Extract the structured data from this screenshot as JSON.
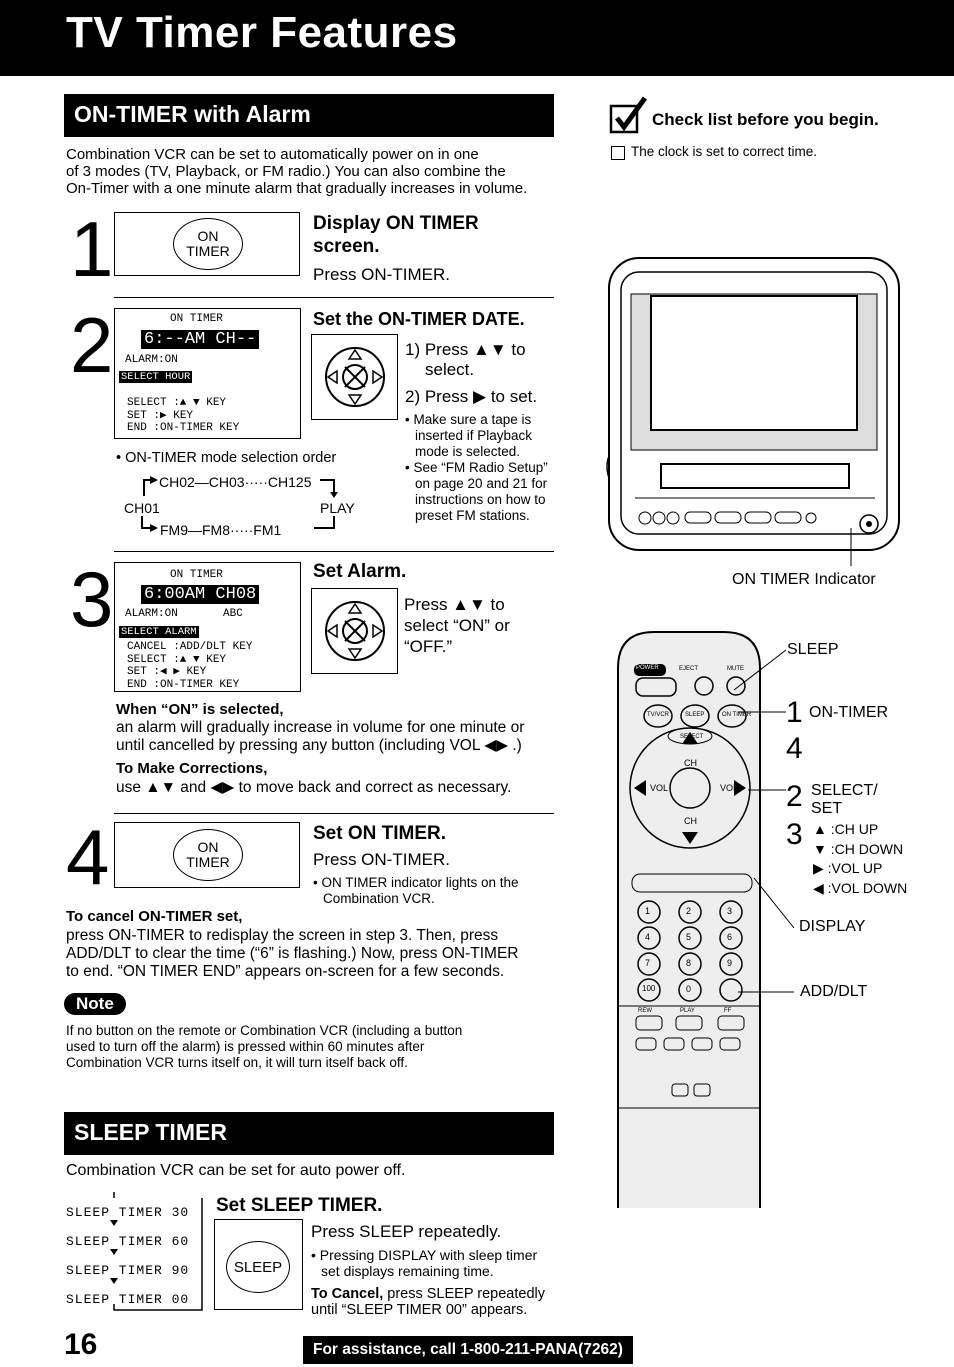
{
  "header": {
    "title": "TV Timer Features"
  },
  "ontimer": {
    "heading": "ON-TIMER with Alarm",
    "intro": [
      "Combination VCR can be set to automatically power on in one",
      "of 3 modes (TV, Playback, or FM radio.) You can also combine the",
      "On-Timer with a one minute alarm that gradually increases in volume."
    ]
  },
  "checklist": {
    "title": "Check list before you begin.",
    "item": "The clock is set to correct time."
  },
  "step1": {
    "num": "1",
    "button": [
      "ON",
      "TIMER"
    ],
    "title": [
      "Display ON TIMER",
      "screen."
    ],
    "instruction": "Press ON-TIMER."
  },
  "step2": {
    "num": "2",
    "screen": {
      "top": "ON TIMER",
      "lcd": "6:--AM CH--",
      "alarm": "ALARM:ON",
      "select_bar": "SELECT HOUR",
      "keys": [
        "SELECT :▲ ▼ KEY",
        "SET     :▶ KEY",
        "END     :ON-TIMER KEY"
      ]
    },
    "title": "Set the ON-TIMER DATE.",
    "press1": "1) Press ▲▼ to",
    "press1b": "select.",
    "press2": "2) Press ▶ to set.",
    "bullets": [
      [
        "Make sure a tape is",
        "inserted if Playback",
        "mode is selected."
      ],
      [
        "See “FM Radio Setup”",
        "on page 20 and 21 for",
        "instructions on how to",
        "preset FM stations."
      ]
    ],
    "order_label": "ON-TIMER mode selection order",
    "order_top": "CH02—CH03·····CH125",
    "order_left": "CH01",
    "order_right": "PLAY",
    "order_bottom": "FM9—FM8·····FM1"
  },
  "step3": {
    "num": "3",
    "screen": {
      "top": "ON TIMER",
      "lcd": "6:00AM CH08",
      "alarm": "ALARM:ON",
      "abc": "ABC",
      "select_bar": "SELECT ALARM",
      "keys": [
        "CANCEL :ADD/DLT KEY",
        "SELECT :▲ ▼ KEY",
        "SET     :◀ ▶ KEY",
        "END     :ON-TIMER KEY"
      ]
    },
    "title": "Set Alarm.",
    "instruction": [
      "Press ▲▼ to",
      "select “ON” or",
      "“OFF.”"
    ],
    "when_head": "When “ON” is selected,",
    "when_text": [
      "an alarm will gradually increase in volume for one minute or",
      "until cancelled by pressing any button (including VOL ◀▶ .)"
    ],
    "corr_head": "To Make Corrections,",
    "corr_text": "use ▲▼ and ◀▶ to move back and correct as necessary."
  },
  "step4": {
    "num": "4",
    "button": [
      "ON",
      "TIMER"
    ],
    "title": "Set ON TIMER.",
    "instruction": "Press ON-TIMER.",
    "bullet": [
      "ON TIMER indicator lights on the",
      "Combination VCR."
    ],
    "cancel_head": "To cancel ON-TIMER set,",
    "cancel_text": [
      "press ON-TIMER to redisplay the screen in step 3. Then, press",
      "ADD/DLT to clear the time (“6” is flashing.) Now, press ON-TIMER",
      "to end. “ON TIMER END” appears on-screen for a few seconds."
    ]
  },
  "note": {
    "label": "Note",
    "text": [
      "If no button on the remote or Combination VCR (including a button",
      "used to turn off the alarm) is pressed within 60 minutes after",
      "Combination VCR turns itself on, it will turn itself back off."
    ]
  },
  "tv": {
    "indicator_label": "ON TIMER Indicator"
  },
  "remote": {
    "buttons": {
      "power": "POWER",
      "eject": "EJECT",
      "mute": "MUTE",
      "tvvcr": "TV/VCR",
      "sleep": "SLEEP",
      "ontimer": "ON TIMER",
      "ch": "CH",
      "vol": "VOL",
      "select": "SELECT",
      "nums": [
        "1",
        "2",
        "3",
        "4",
        "5",
        "6",
        "7",
        "8",
        "9",
        "100",
        "0"
      ],
      "rew": "REW",
      "play": "PLAY",
      "ff": "FF"
    },
    "labels": {
      "sleep": "SLEEP",
      "ontimer_num": "1",
      "ontimer": "ON-TIMER",
      "four": "4",
      "select_num": "2",
      "select": [
        "SELECT/",
        "SET"
      ],
      "three": "3",
      "keys": [
        "▲ :CH UP",
        "▼ :CH DOWN",
        "▶ :VOL UP",
        "◀ :VOL DOWN"
      ],
      "display": "DISPLAY",
      "adddlt": "ADD/DLT"
    }
  },
  "sleeptimer": {
    "heading": "SLEEP TIMER",
    "intro": "Combination VCR can be set for auto power off.",
    "list": [
      "SLEEP TIMER 30",
      "SLEEP TIMER 60",
      "SLEEP TIMER 90",
      "SLEEP TIMER 00"
    ],
    "button": "SLEEP",
    "title": "Set SLEEP TIMER.",
    "instruction": "Press SLEEP repeatedly.",
    "bullet": [
      "Pressing DISPLAY with sleep timer",
      "set displays remaining time."
    ],
    "cancel_head": "To Cancel,",
    "cancel_text": " press SLEEP repeatedly",
    "cancel_text2": "until “SLEEP TIMER 00” appears."
  },
  "footer": {
    "page": "16",
    "assist": "For assistance, call 1-800-211-PANA(7262)"
  }
}
